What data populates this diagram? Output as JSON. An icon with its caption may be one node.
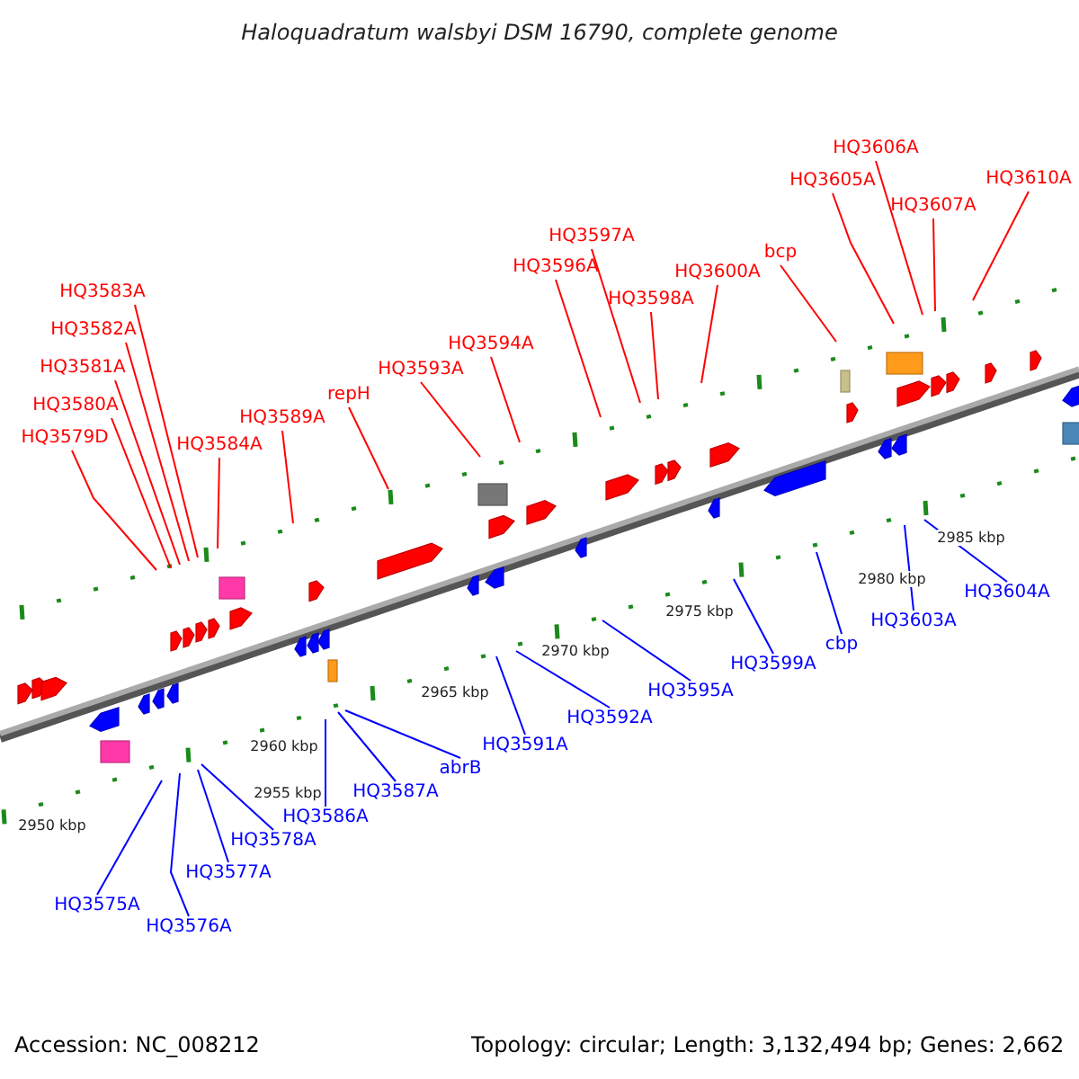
{
  "diagram": {
    "title": "Haloquadratum walsbyi DSM 16790, complete genome",
    "nodes": [
      {
        "text": [
          "HQ3606A"
        ]
      },
      {
        "text": [
          "HQ3605A"
        ]
      },
      {
        "text": [
          "HQ3607A"
        ]
      },
      {
        "text": [
          "HQ3610A"
        ]
      },
      {
        "text": [
          "HQ3597A"
        ]
      },
      {
        "text": [
          "HQ3596A"
        ]
      },
      {
        "text": [
          "bcp"
        ]
      },
      {
        "text": [
          "HQ3600A"
        ]
      },
      {
        "text": [
          "HQ3583A"
        ]
      },
      {
        "text": [
          "HQ3598A"
        ]
      },
      {
        "text": [
          "HQ3582A"
        ]
      },
      {
        "text": [
          "HQ3594A"
        ]
      },
      {
        "text": [
          "HQ3581A"
        ]
      },
      {
        "text": [
          "HQ3593A"
        ]
      },
      {
        "text": [
          "HQ3580A"
        ]
      },
      {
        "text": [
          "repH"
        ]
      },
      {
        "text": [
          "HQ3589A"
        ]
      },
      {
        "text": [
          "HQ3579D"
        ]
      },
      {
        "text": [
          "HQ3584A"
        ]
      },
      {
        "text": [
          "HQ3604A"
        ]
      },
      {
        "text": [
          "HQ3603A"
        ]
      },
      {
        "text": [
          "cbp"
        ]
      },
      {
        "text": [
          "HQ3599A"
        ]
      },
      {
        "text": [
          "HQ3595A"
        ]
      },
      {
        "text": [
          "HQ3592A"
        ]
      },
      {
        "text": [
          "HQ3591A"
        ]
      },
      {
        "text": [
          "abrB"
        ]
      },
      {
        "text": [
          "HQ3587A"
        ]
      },
      {
        "text": [
          "HQ3586A"
        ]
      },
      {
        "text": [
          "HQ3578A"
        ]
      },
      {
        "text": [
          "HQ3577A"
        ]
      },
      {
        "text": [
          "HQ3575A"
        ]
      },
      {
        "text": [
          "HQ3576A"
        ]
      }
    ],
    "edges": [
      {
        "from": 0,
        "to": null,
        "arrow": "none"
      },
      {
        "from": 1,
        "to": null,
        "arrow": "none"
      },
      {
        "from": 2,
        "to": null,
        "arrow": "none"
      },
      {
        "from": 3,
        "to": null,
        "arrow": "none"
      },
      {
        "from": 4,
        "to": null,
        "arrow": "none"
      },
      {
        "from": 5,
        "to": null,
        "arrow": "none"
      },
      {
        "from": 6,
        "to": null,
        "arrow": "none"
      },
      {
        "from": 7,
        "to": null,
        "arrow": "none"
      },
      {
        "from": 8,
        "to": null,
        "arrow": "none"
      },
      {
        "from": 9,
        "to": null,
        "arrow": "none"
      },
      {
        "from": 10,
        "to": null,
        "arrow": "none"
      },
      {
        "from": 11,
        "to": null,
        "arrow": "none"
      },
      {
        "from": 12,
        "to": null,
        "arrow": "none"
      },
      {
        "from": 13,
        "to": null,
        "arrow": "none"
      },
      {
        "from": 14,
        "to": null,
        "arrow": "none"
      },
      {
        "from": 15,
        "to": null,
        "arrow": "none"
      },
      {
        "from": 16,
        "to": null,
        "arrow": "none"
      },
      {
        "from": 17,
        "to": null,
        "arrow": "none"
      },
      {
        "from": 18,
        "to": null,
        "arrow": "none"
      },
      {
        "from": 19,
        "to": null,
        "arrow": "none",
        "color": "#0000ff"
      },
      {
        "from": 20,
        "to": null,
        "arrow": "none",
        "color": "#0000ff"
      },
      {
        "from": 21,
        "to": null,
        "arrow": "none",
        "color": "#0000ff"
      },
      {
        "from": 22,
        "to": null,
        "arrow": "none",
        "color": "#0000ff"
      },
      {
        "from": 23,
        "to": null,
        "arrow": "none",
        "color": "#0000ff"
      },
      {
        "from": 24,
        "to": null,
        "arrow": "none",
        "color": "#0000ff"
      },
      {
        "from": 25,
        "to": null,
        "arrow": "none",
        "color": "#0000ff"
      },
      {
        "from": 26,
        "to": null,
        "arrow": "none",
        "color": "#0000ff"
      },
      {
        "from": 27,
        "to": null,
        "arrow": "none",
        "color": "#0000ff"
      },
      {
        "from": 28,
        "to": null,
        "arrow": "none",
        "color": "#0000ff"
      },
      {
        "from": 29,
        "to": null,
        "arrow": "none",
        "color": "#0000ff"
      },
      {
        "from": 30,
        "to": null,
        "arrow": "none",
        "color": "#0000ff"
      },
      {
        "from": 31,
        "to": null,
        "arrow": "none",
        "color": "#0000ff"
      },
      {
        "from": 32,
        "to": null,
        "arrow": "none",
        "color": "#0000ff"
      }
    ],
    "labels": [
      "2985 kbp",
      "2980 kbp",
      "2975 kbp",
      "2970 kbp",
      "2965 kbp",
      "2960 kbp",
      "2955 kbp",
      "2950 kbp",
      "Accession: NC_008212",
      "Topology: circular; Length: 3,132,494 bp; Genes: 2,662"
    ]
  }
}
